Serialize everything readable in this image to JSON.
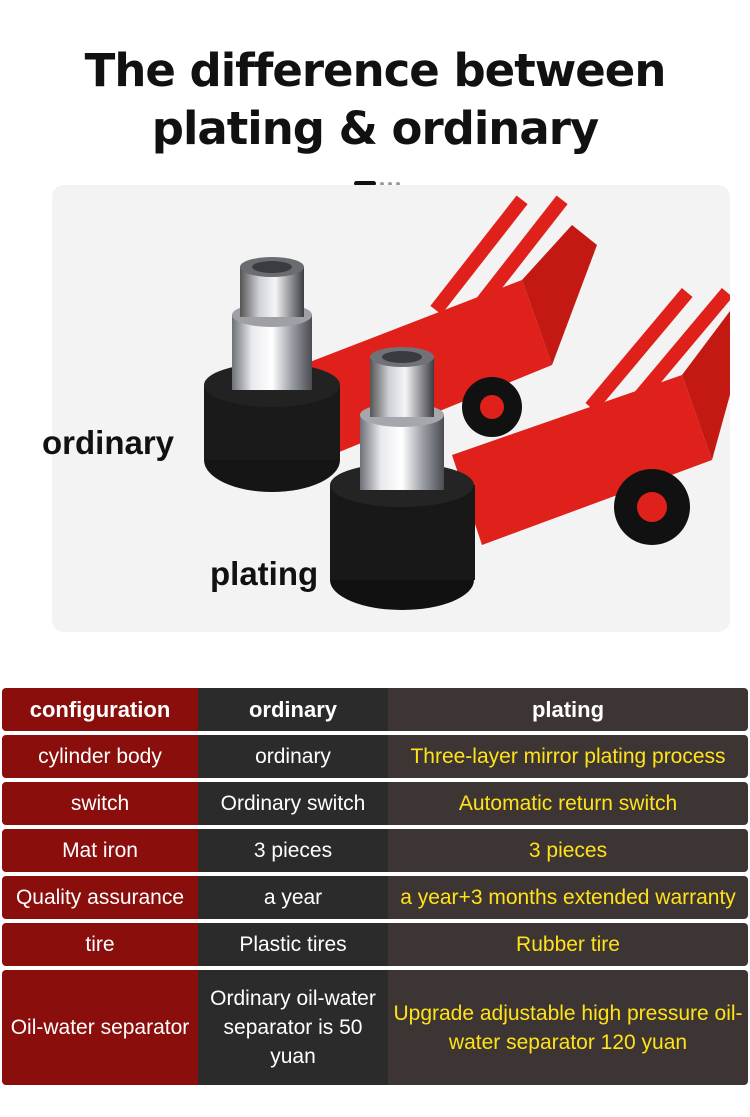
{
  "title": {
    "line1": "The difference between",
    "line2": "plating & ordinary"
  },
  "photo": {
    "label_ordinary": "ordinary",
    "label_plating": "plating"
  },
  "table": {
    "headers": [
      "configuration",
      "ordinary",
      "plating"
    ],
    "rows": [
      [
        "cylinder body",
        "ordinary",
        "Three-layer mirror plating process"
      ],
      [
        "switch",
        "Ordinary switch",
        "Automatic return switch"
      ],
      [
        "Mat iron",
        "3 pieces",
        "3 pieces"
      ],
      [
        "Quality assurance",
        "a  year",
        "a year+3 months extended warranty"
      ],
      [
        "tire",
        "Plastic tires",
        "Rubber tire"
      ],
      [
        "Oil-water separator",
        "Ordinary oil-water separator is 50 yuan",
        "Upgrade adjustable high pressure oil-water separator 120 yuan"
      ]
    ]
  },
  "colors": {
    "config_col": "#8a0f0c",
    "ordinary_col": "#2b2b2b",
    "plating_col": "#3d3533",
    "highlight_text": "#ffe21a",
    "jack_red": "#e0201a"
  }
}
